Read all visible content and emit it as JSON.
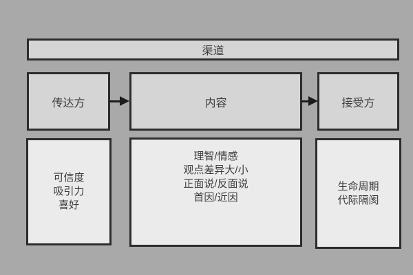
{
  "colors": {
    "background": "#a9a9a9",
    "box_fill": "#d5d5d5",
    "detail_fill": "#ebebeb",
    "border": "#2c2c2c",
    "text": "#3c3c3c",
    "arrow": "#1c1c1c"
  },
  "channel": {
    "label": "渠道"
  },
  "flow": [
    {
      "label": "传达方"
    },
    {
      "label": "内容"
    },
    {
      "label": "接受方"
    }
  ],
  "factors": [
    {
      "lines": [
        "可信度",
        "吸引力",
        "喜好"
      ]
    },
    {
      "lines": [
        "理智/情感",
        "观点差异大/小",
        "正面说/反面说",
        "首因/近因"
      ]
    },
    {
      "lines": [
        "生命周期",
        "代际隔阂"
      ]
    }
  ]
}
